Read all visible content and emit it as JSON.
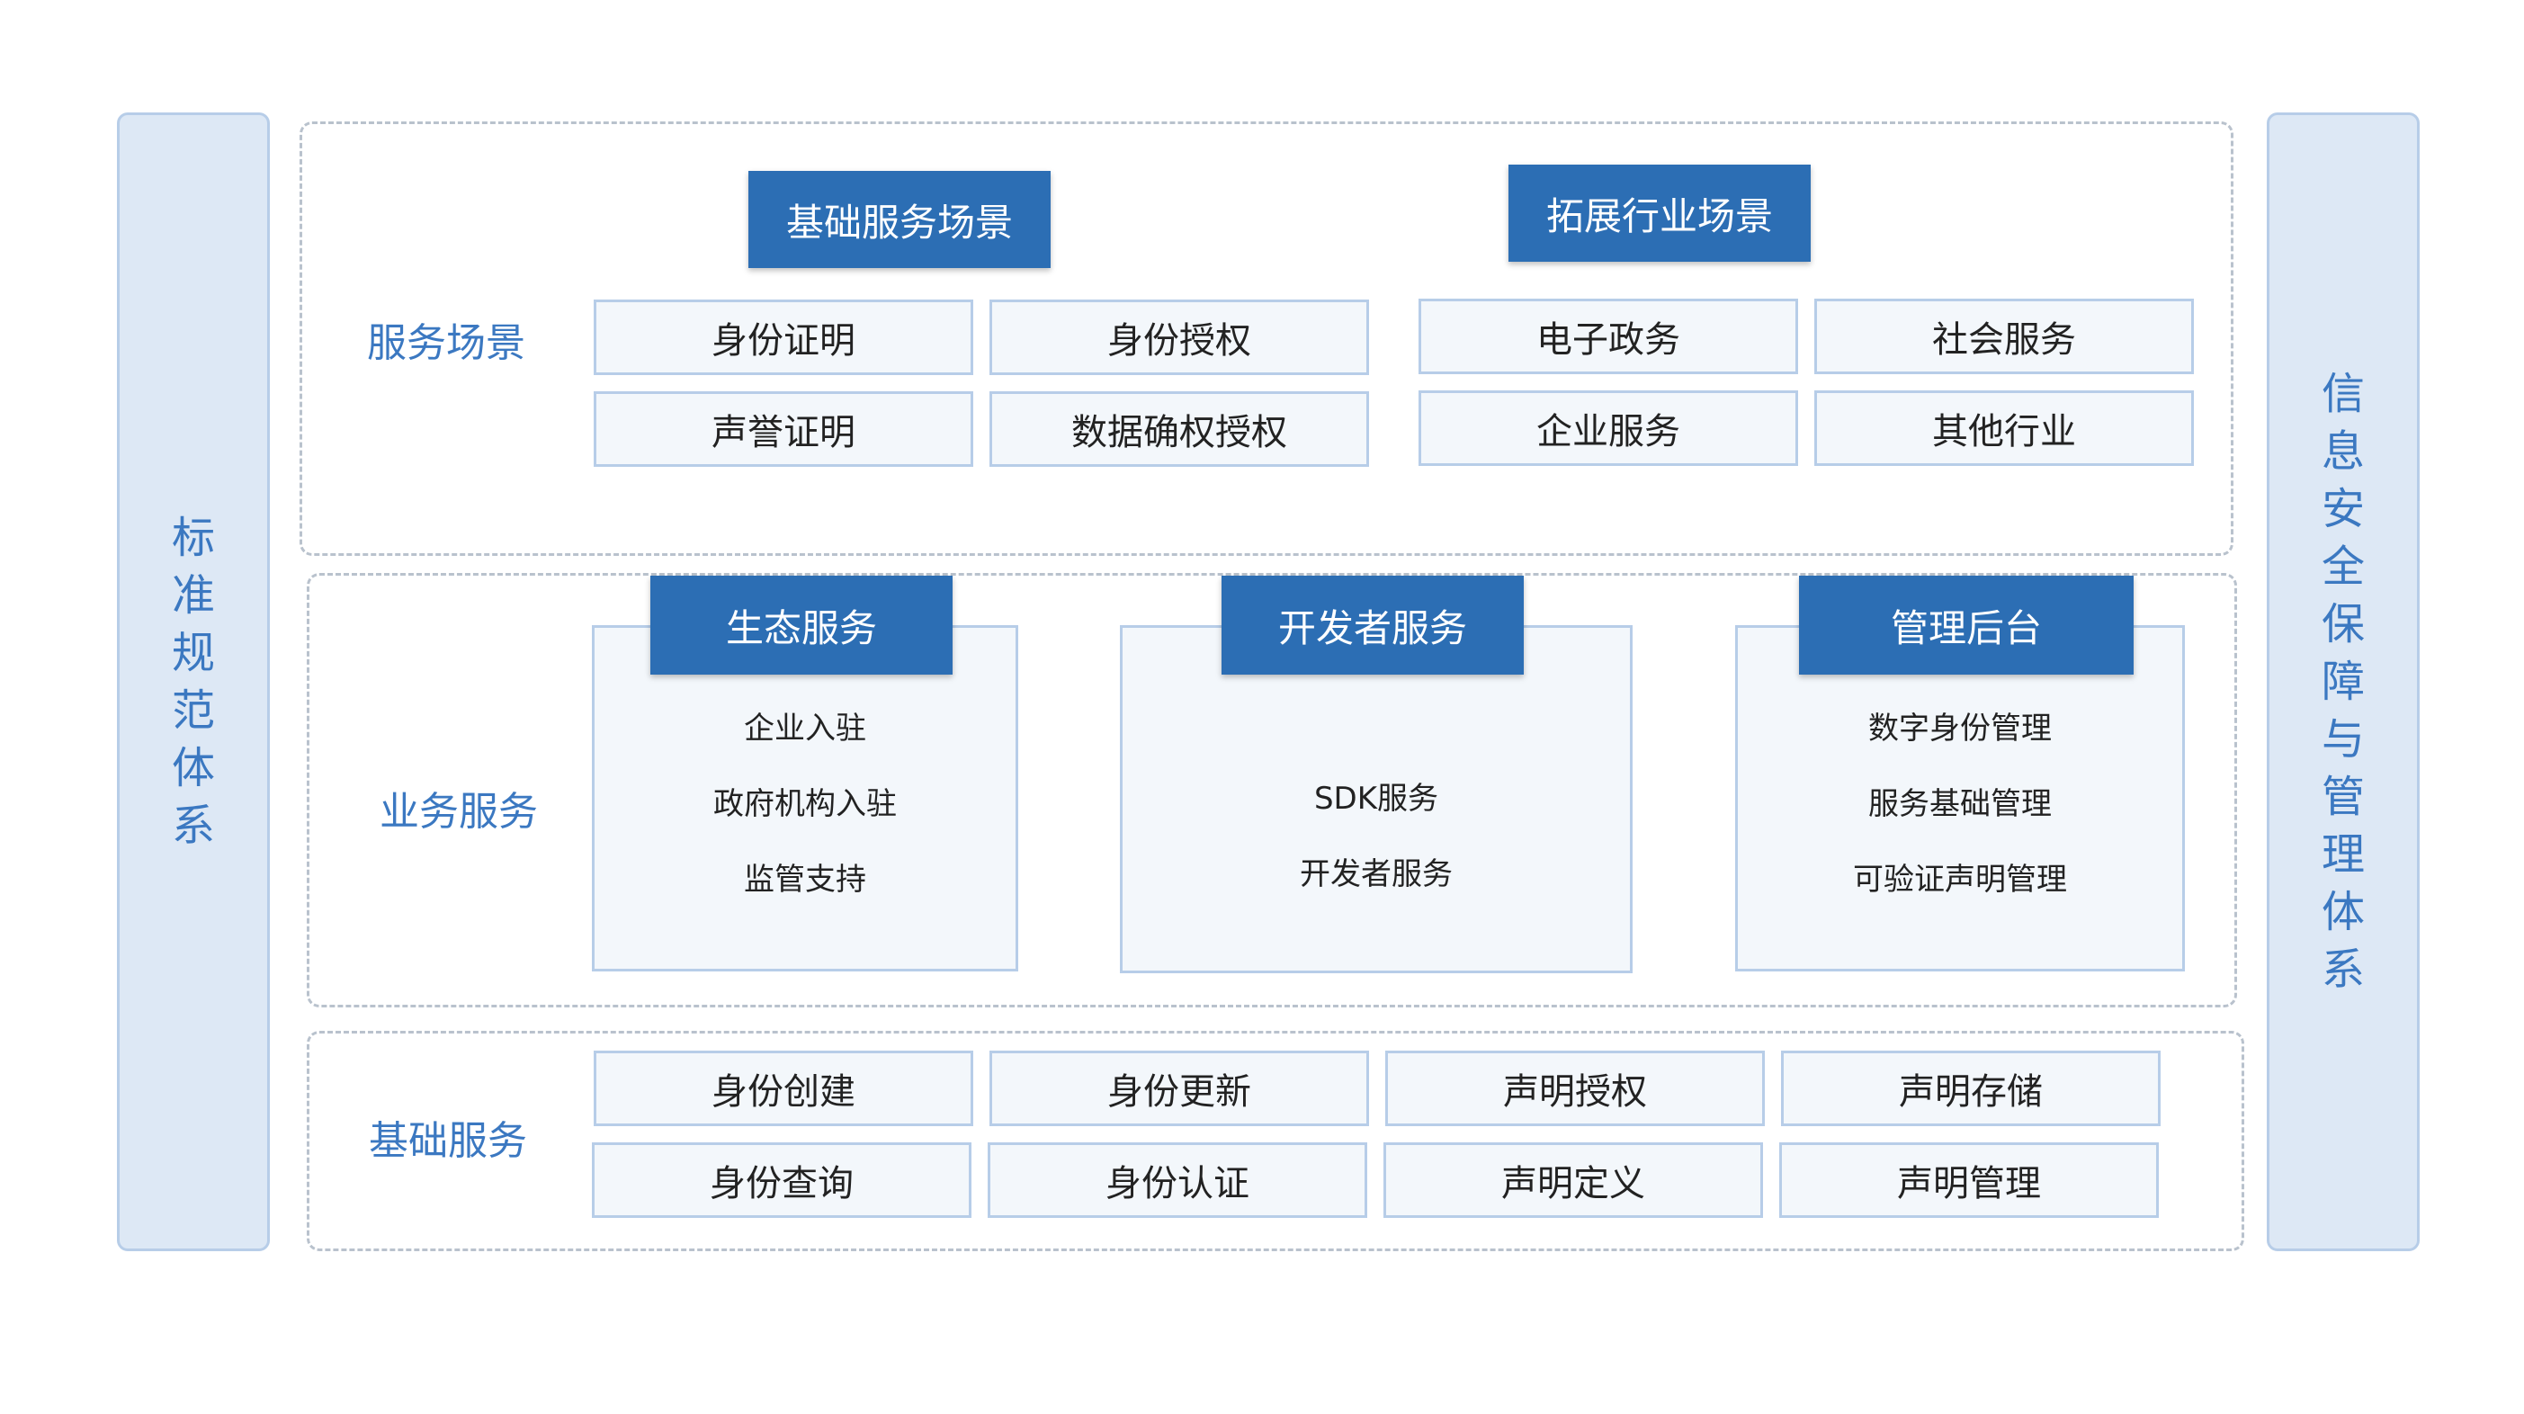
{
  "left_side": {
    "chars": [
      "标",
      "准",
      "规",
      "范",
      "体",
      "系"
    ]
  },
  "right_side": {
    "chars": [
      "信",
      "息",
      "安",
      "全",
      "保",
      "障",
      "与",
      "管",
      "理",
      "体",
      "系"
    ]
  },
  "scenes": {
    "label": "服务场景",
    "basic_scene": {
      "title": "基础服务场景",
      "items": [
        "身份证明",
        "身份授权",
        "声誉证明",
        "数据确权授权"
      ]
    },
    "extended_scene": {
      "title": "拓展行业场景",
      "items": [
        "电子政务",
        "社会服务",
        "企业服务",
        "其他行业"
      ]
    }
  },
  "business": {
    "label": "业务服务",
    "panels": [
      {
        "title": "生态服务",
        "items": [
          "企业入驻",
          "政府机构入驻",
          "监管支持"
        ]
      },
      {
        "title": "开发者服务",
        "items": [
          "SDK服务",
          "开发者服务"
        ]
      },
      {
        "title": "管理后台",
        "items": [
          "数字身份管理",
          "服务基础管理",
          "可验证声明管理"
        ]
      }
    ]
  },
  "basic": {
    "label": "基础服务",
    "items": [
      "身份创建",
      "身份更新",
      "声明授权",
      "声明存储",
      "身份查询",
      "身份认证",
      "声明定义",
      "声明管理"
    ]
  }
}
